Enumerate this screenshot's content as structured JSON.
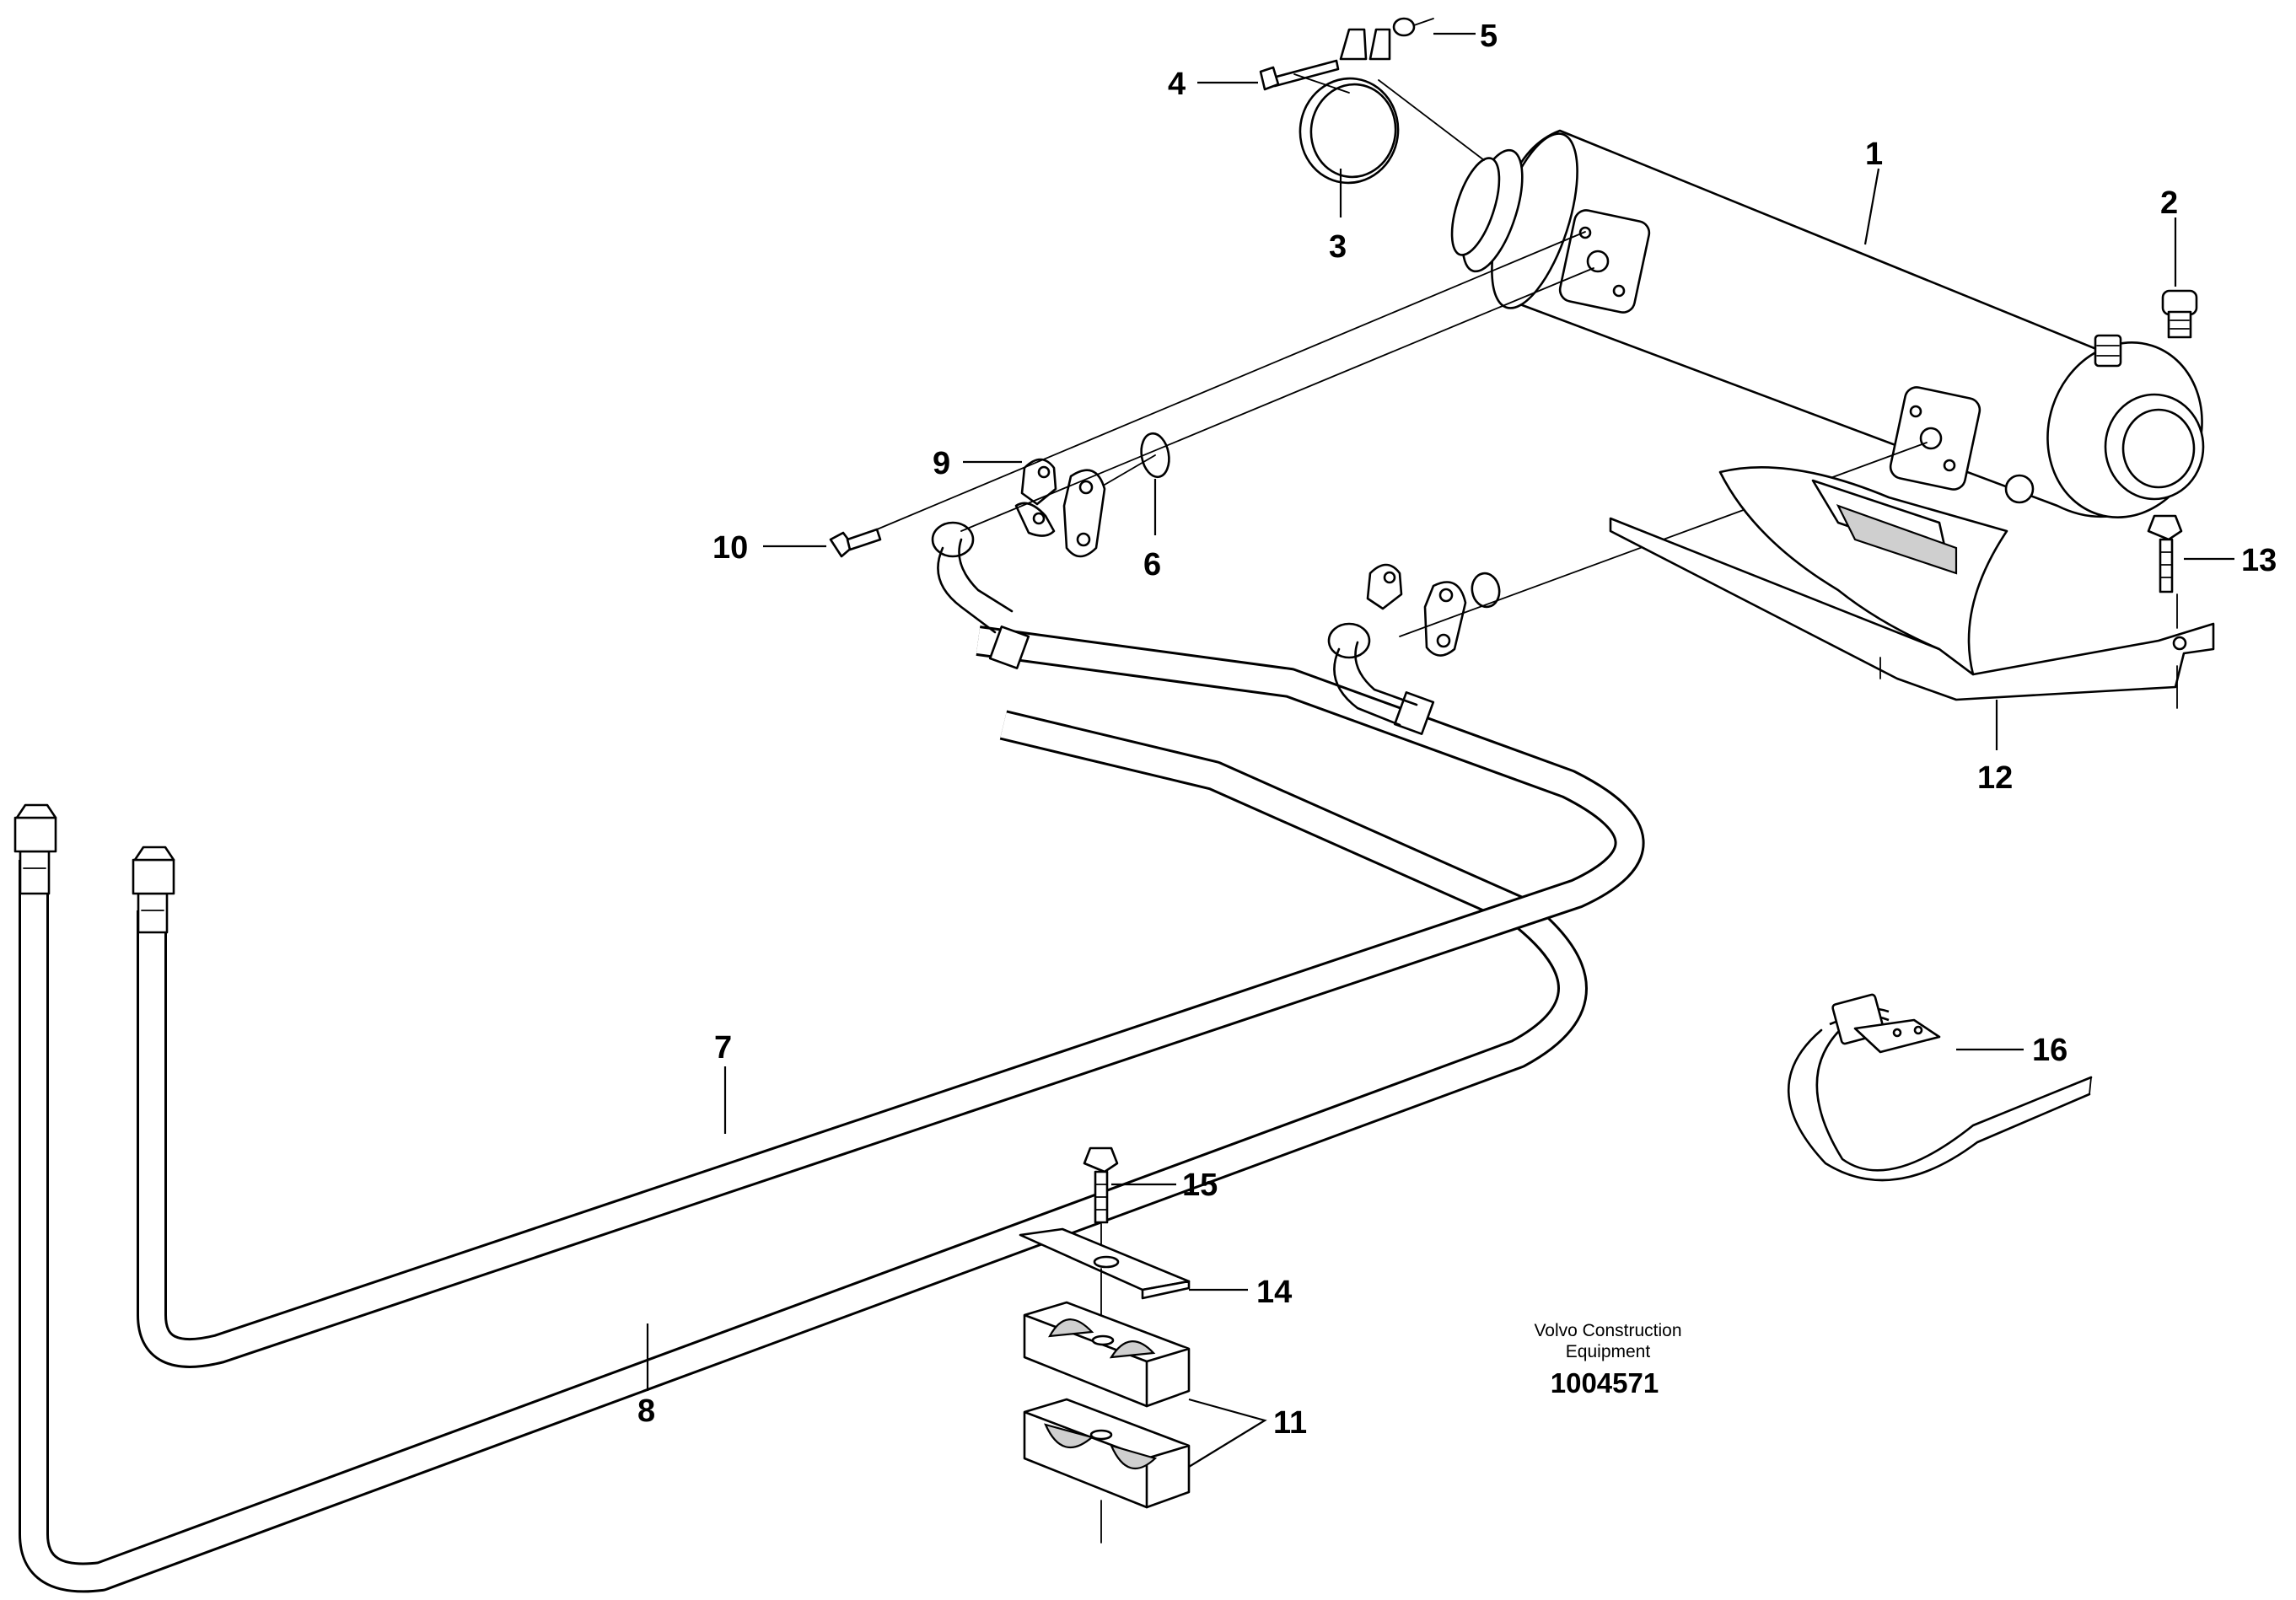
{
  "brand": {
    "line1": "Volvo Construction",
    "line2": "Equipment"
  },
  "document_number": "1004571",
  "callouts": {
    "c1": "1",
    "c2": "2",
    "c3": "3",
    "c4": "4",
    "c5": "5",
    "c6": "6",
    "c7": "7",
    "c8": "8",
    "c9": "9",
    "c10": "10",
    "c11": "11",
    "c12": "12",
    "c13": "13",
    "c14": "14",
    "c15": "15",
    "c16": "16"
  }
}
